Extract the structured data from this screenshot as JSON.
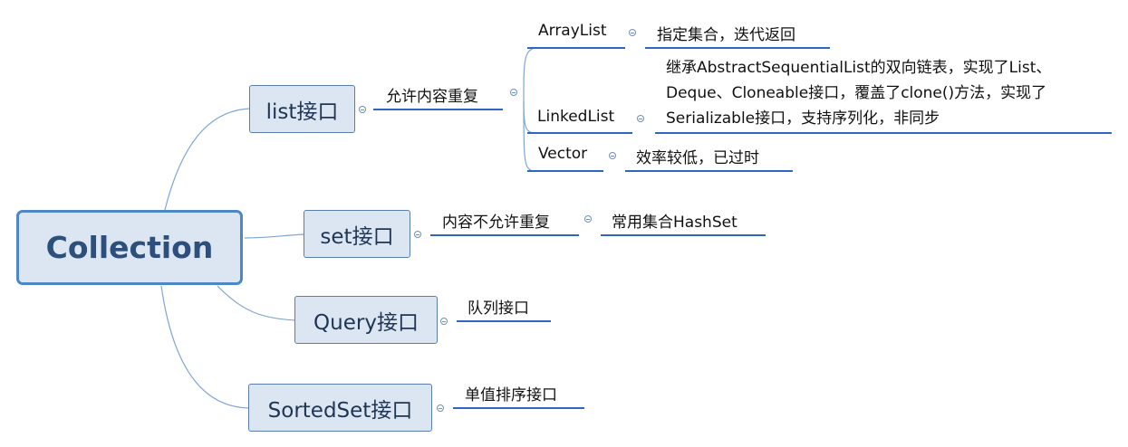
{
  "root": {
    "label": "Collection"
  },
  "branches": {
    "list": {
      "label": "list接口",
      "note": "允许内容重复",
      "children": [
        {
          "label": "ArrayList",
          "desc": "指定集合，迭代返回"
        },
        {
          "label": "LinkedList",
          "desc_lines": [
            "继承AbstractSequentialList的双向链表，实现了List、",
            "Deque、Cloneable接口，覆盖了clone()方法，实现了",
            "Serializable接口，支持序列化，非同步"
          ]
        },
        {
          "label": "Vector",
          "desc": "效率较低，已过时"
        }
      ]
    },
    "set": {
      "label": "set接口",
      "note": "内容不允许重复",
      "detail": "常用集合HashSet"
    },
    "query": {
      "label": "Query接口",
      "note": "队列接口"
    },
    "sortedset": {
      "label": "SortedSet接口",
      "note": "单值排序接口"
    }
  },
  "colors": {
    "root_fill": "#dbe6f2",
    "root_border": "#4e87c5",
    "connector": "#7ea6d4",
    "underline": "#2f66c2"
  }
}
